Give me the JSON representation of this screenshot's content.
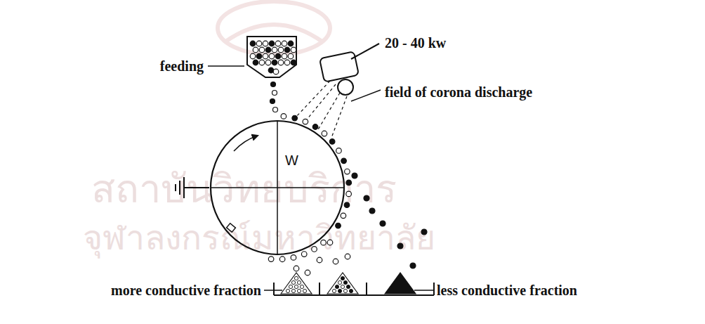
{
  "diagram": {
    "nodes": [
      {
        "text": [
          "W"
        ]
      }
    ],
    "labels": [
      "feeding",
      "20 - 40 kw",
      "field of corona discharge",
      "more conductive fraction",
      "less conductive fraction",
      "สถาบันวิทยบริการ",
      "จุฬาลงกรณ์มหาวิทยาลัย"
    ]
  }
}
